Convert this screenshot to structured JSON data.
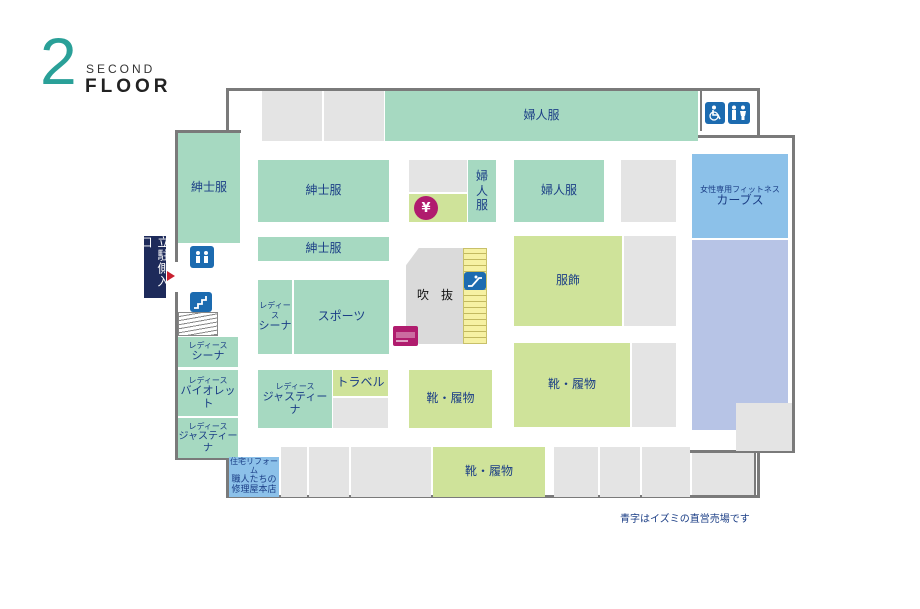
{
  "header": {
    "floor_number": "2",
    "floor_sub": "SECOND",
    "floor_main": "FLOOR"
  },
  "entrance": {
    "label": "立駐側入口"
  },
  "shops": {
    "womens_top": "婦人服",
    "mens_left": "紳士服",
    "mens_center": "紳士服",
    "mens_strip": "紳士服",
    "womens_vertical": "婦\n人\n服",
    "womens_mid": "婦人服",
    "atrium": "吹　抜",
    "accessories": "服飾",
    "sports": "スポーツ",
    "seena_small": "レディース",
    "seena_name": "シーナ",
    "seena2_small": "レディース",
    "seena2_name": "シーナ",
    "violet_small": "レディース",
    "violet_name": "バイオレット",
    "justina_small": "レディース",
    "justina_name": "ジャスティーナ",
    "justina2_small": "レディース",
    "justina2_name": "ジャスティーナ",
    "travel": "トラベル",
    "shoes_center": "靴・履物",
    "shoes_right": "靴・履物",
    "shoes_bottom": "靴・履物",
    "fitness_small": "女性専用フィットネス",
    "fitness_name": "カーブス",
    "reform_line1": "住宅リフォーム",
    "reform_line2": "職人たちの",
    "reform_line3": "修理屋本店"
  },
  "icons": {
    "atm": "atm-yen-icon",
    "accessible": "wheelchair-icon",
    "restroom": "restroom-icon",
    "elevator": "elevator-icon",
    "stairs": "stairs-icon",
    "escalator": "escalator-icon",
    "pointcard": "point-card-icon"
  },
  "note": "青字はイズミの直営売場です",
  "colors": {
    "teal": "#a6d9c1",
    "lime": "#cfe39a",
    "gray": "#e4e4e4",
    "blue": "#8cc1e9",
    "lavender": "#b7c4e6",
    "accent": "#2aa098",
    "text": "#1b3e86",
    "icon": "#1c6bb0"
  }
}
